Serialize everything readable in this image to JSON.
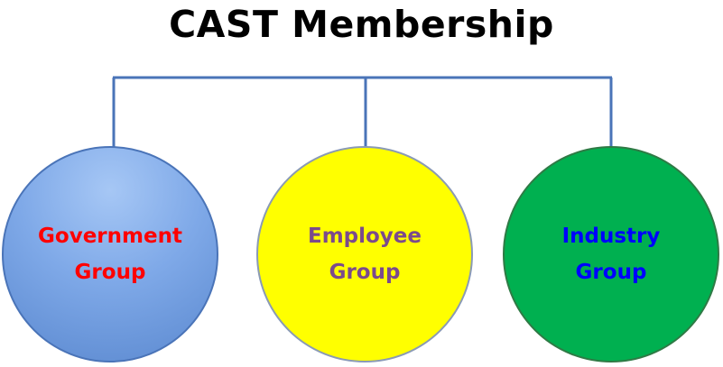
{
  "title": "CAST Membership",
  "nodes": [
    {
      "label": "Government\nGroup",
      "fill_color": "#7fa9e8",
      "text_color": "#ff0000"
    },
    {
      "label": "Employee\nGroup",
      "fill_color": "#ffff00",
      "text_color": "#7b4a8c"
    },
    {
      "label": "Industry\nGroup",
      "fill_color": "#00b050",
      "text_color": "#0000ff"
    }
  ],
  "connector_color": "#4a74b8"
}
